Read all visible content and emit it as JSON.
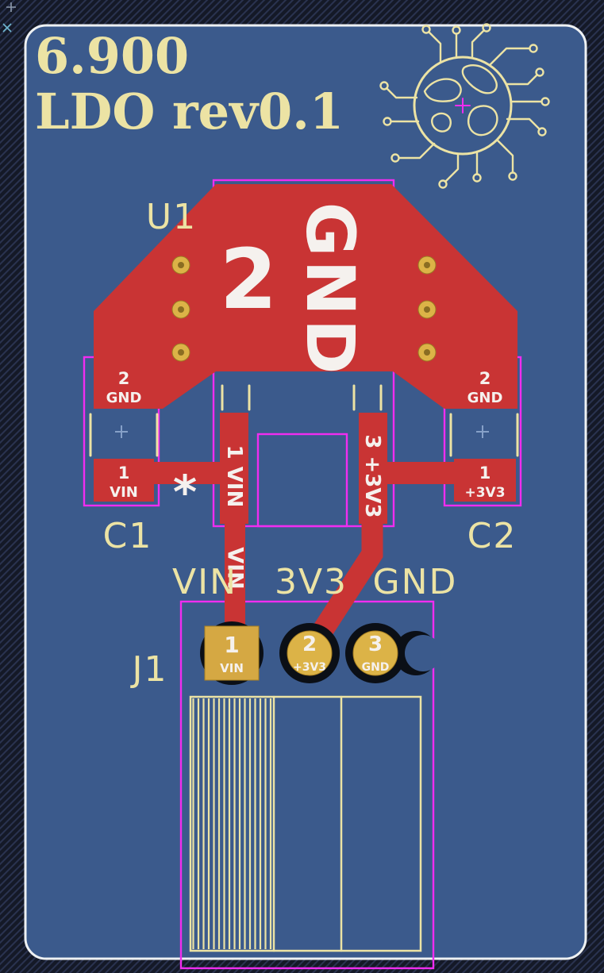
{
  "colors": {
    "background": "#141927",
    "hatch_line": "#2a3350",
    "board": "#3b5a8c",
    "board_edge": "#eef1f3",
    "copper": "#c93434",
    "pad_gold": "#dcb347",
    "silkscreen": "#ece3a4",
    "courtyard": "#f02df0",
    "pad_text": "#f5f1ee",
    "drill_black": "#0b0f16"
  },
  "icons": {
    "logo": "globe-circuit-logo"
  },
  "header": {
    "title_line1": "6.900",
    "title_line2": "LDO rev0.1"
  },
  "u1": {
    "ref": "U1",
    "tab_pad": {
      "number": "2",
      "net": "GND"
    },
    "pin1_pad": {
      "label": "1 VIN"
    },
    "pin3_pad": {
      "label": "3 +3V3"
    },
    "pin1_indicator": "*",
    "trace_net_label": "VIN"
  },
  "c1": {
    "ref": "C1",
    "pad2": {
      "number": "2",
      "net": "GND"
    },
    "pad1": {
      "number": "1",
      "net": "VIN"
    }
  },
  "c2": {
    "ref": "C2",
    "pad2": {
      "number": "2",
      "net": "GND"
    },
    "pad1": {
      "number": "1",
      "net": "+3V3"
    }
  },
  "j1": {
    "ref": "J1",
    "pins": [
      {
        "number": "1",
        "net": "VIN"
      },
      {
        "number": "2",
        "net": "+3V3"
      },
      {
        "number": "3",
        "net": "GND"
      }
    ]
  },
  "net_labels": {
    "vin": "VIN",
    "v3v3": "3V3",
    "gnd": "GND"
  }
}
